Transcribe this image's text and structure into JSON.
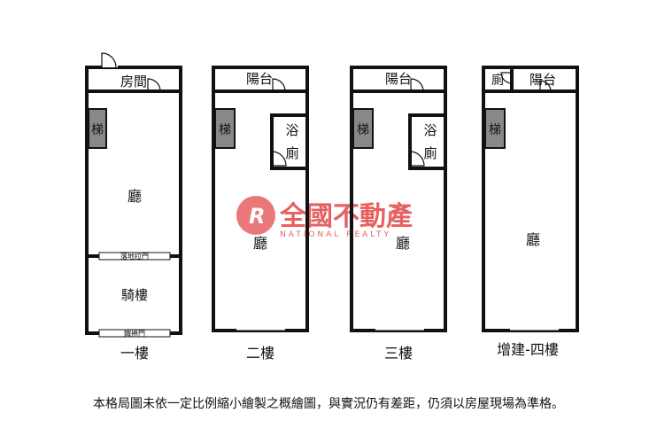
{
  "plans": [
    {
      "floor_label": "一樓",
      "rooms": {
        "top": "房間",
        "stairs": "梯",
        "hall": "廳",
        "slide_door": "落地拉門",
        "arcade": "騎樓",
        "shutter": "鐵捲門"
      }
    },
    {
      "floor_label": "二樓",
      "rooms": {
        "balcony": "陽台",
        "stairs": "梯",
        "bath_1": "浴",
        "bath_2": "廁",
        "hall": "廳"
      }
    },
    {
      "floor_label": "三樓",
      "rooms": {
        "balcony": "陽台",
        "stairs": "梯",
        "bath_1": "浴",
        "bath_2": "廁",
        "hall": "廳"
      }
    },
    {
      "floor_label": "增建-四樓",
      "rooms": {
        "toilet": "廁",
        "balcony": "陽台",
        "stairs": "梯",
        "hall": "廳"
      }
    }
  ],
  "watermark": {
    "brand": "全國不動產",
    "sub": "NATIONAL REALTY"
  },
  "disclaimer": "本格局圖未依一定比例縮小繪製之概繪圖，與實況仍有差距，仍須以房屋現場為準格。",
  "colors": {
    "wall": "#111111",
    "stairs": "#888888",
    "watermark": "#e03a3a"
  }
}
